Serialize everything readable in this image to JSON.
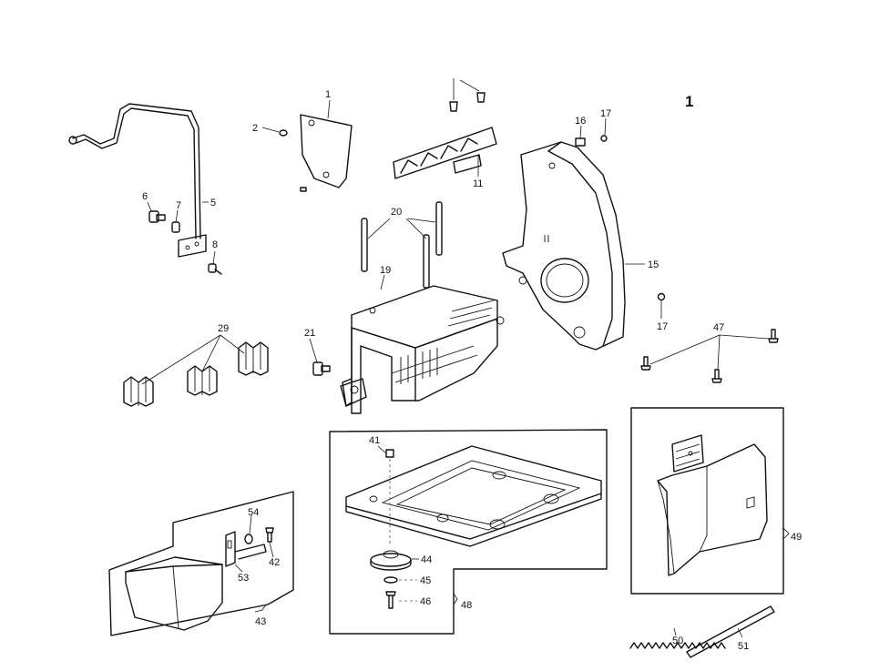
{
  "page_number": "1",
  "callouts": {
    "p1": "1",
    "p2": "2",
    "p5": "5",
    "p6": "6",
    "p7": "7",
    "p8": "8",
    "p11": "11",
    "p15": "15",
    "p16": "16",
    "p17a": "17",
    "p17b": "17",
    "p19": "19",
    "p20": "20",
    "p21": "21",
    "p29": "29",
    "p41": "41",
    "p42": "42",
    "p43": "43",
    "p44": "44",
    "p45": "45",
    "p46": "46",
    "p47": "47",
    "p48": "48",
    "p49": "49",
    "p50": "50",
    "p51": "51",
    "p53": "53",
    "p54": "54"
  }
}
